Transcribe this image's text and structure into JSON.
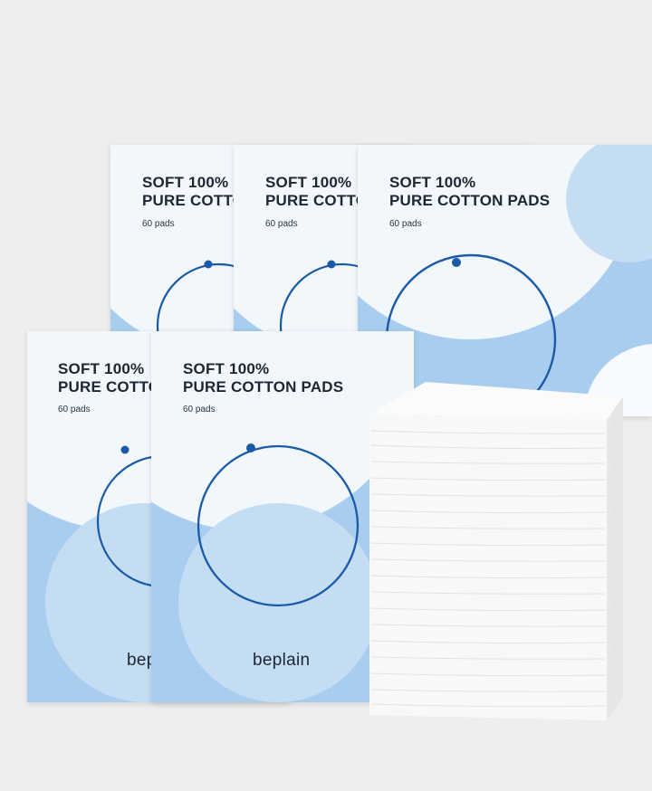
{
  "product": {
    "title_line1": "SOFT 100%",
    "title_line2": "PURE COTTON PADS",
    "count": "60 pads",
    "brand": "beplain"
  },
  "colors": {
    "background": "#eeeeee",
    "box_blue": "#a9cdee",
    "ring": "#1a5aa8",
    "text": "#1e2633"
  }
}
